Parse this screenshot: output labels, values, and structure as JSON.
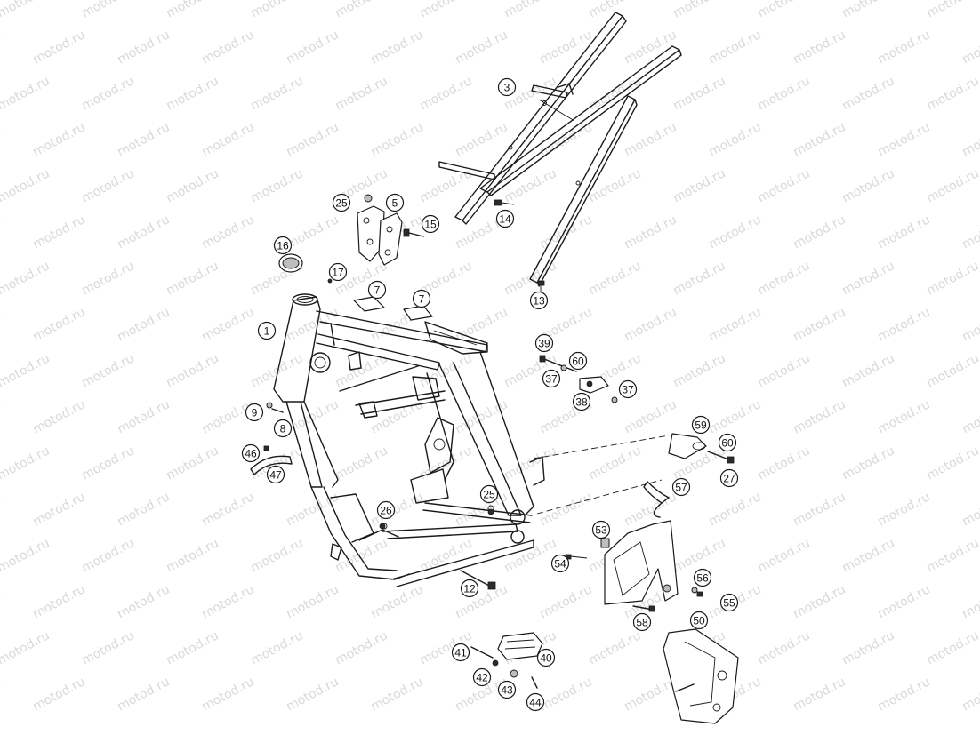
{
  "watermark": {
    "text": "motod.ru"
  },
  "callouts": [
    {
      "id": "c1",
      "label": "1"
    },
    {
      "id": "c3",
      "label": "3"
    },
    {
      "id": "c5",
      "label": "5"
    },
    {
      "id": "c7a",
      "label": "7"
    },
    {
      "id": "c7b",
      "label": "7"
    },
    {
      "id": "c8",
      "label": "8"
    },
    {
      "id": "c9",
      "label": "9"
    },
    {
      "id": "c12",
      "label": "12"
    },
    {
      "id": "c13",
      "label": "13"
    },
    {
      "id": "c14",
      "label": "14"
    },
    {
      "id": "c15",
      "label": "15"
    },
    {
      "id": "c16",
      "label": "16"
    },
    {
      "id": "c17",
      "label": "17"
    },
    {
      "id": "c25a",
      "label": "25"
    },
    {
      "id": "c25b",
      "label": "25"
    },
    {
      "id": "c26",
      "label": "26"
    },
    {
      "id": "c27",
      "label": "27"
    },
    {
      "id": "c37a",
      "label": "37"
    },
    {
      "id": "c37b",
      "label": "37"
    },
    {
      "id": "c38",
      "label": "38"
    },
    {
      "id": "c39",
      "label": "39"
    },
    {
      "id": "c40",
      "label": "40"
    },
    {
      "id": "c41",
      "label": "41"
    },
    {
      "id": "c42",
      "label": "42"
    },
    {
      "id": "c43",
      "label": "43"
    },
    {
      "id": "c44",
      "label": "44"
    },
    {
      "id": "c46",
      "label": "46"
    },
    {
      "id": "c47",
      "label": "47"
    },
    {
      "id": "c50",
      "label": "50"
    },
    {
      "id": "c53",
      "label": "53"
    },
    {
      "id": "c54",
      "label": "54"
    },
    {
      "id": "c55",
      "label": "55"
    },
    {
      "id": "c56",
      "label": "56"
    },
    {
      "id": "c57",
      "label": "57"
    },
    {
      "id": "c58",
      "label": "58"
    },
    {
      "id": "c59",
      "label": "59"
    },
    {
      "id": "c60a",
      "label": "60"
    },
    {
      "id": "c60b",
      "label": "60"
    }
  ]
}
